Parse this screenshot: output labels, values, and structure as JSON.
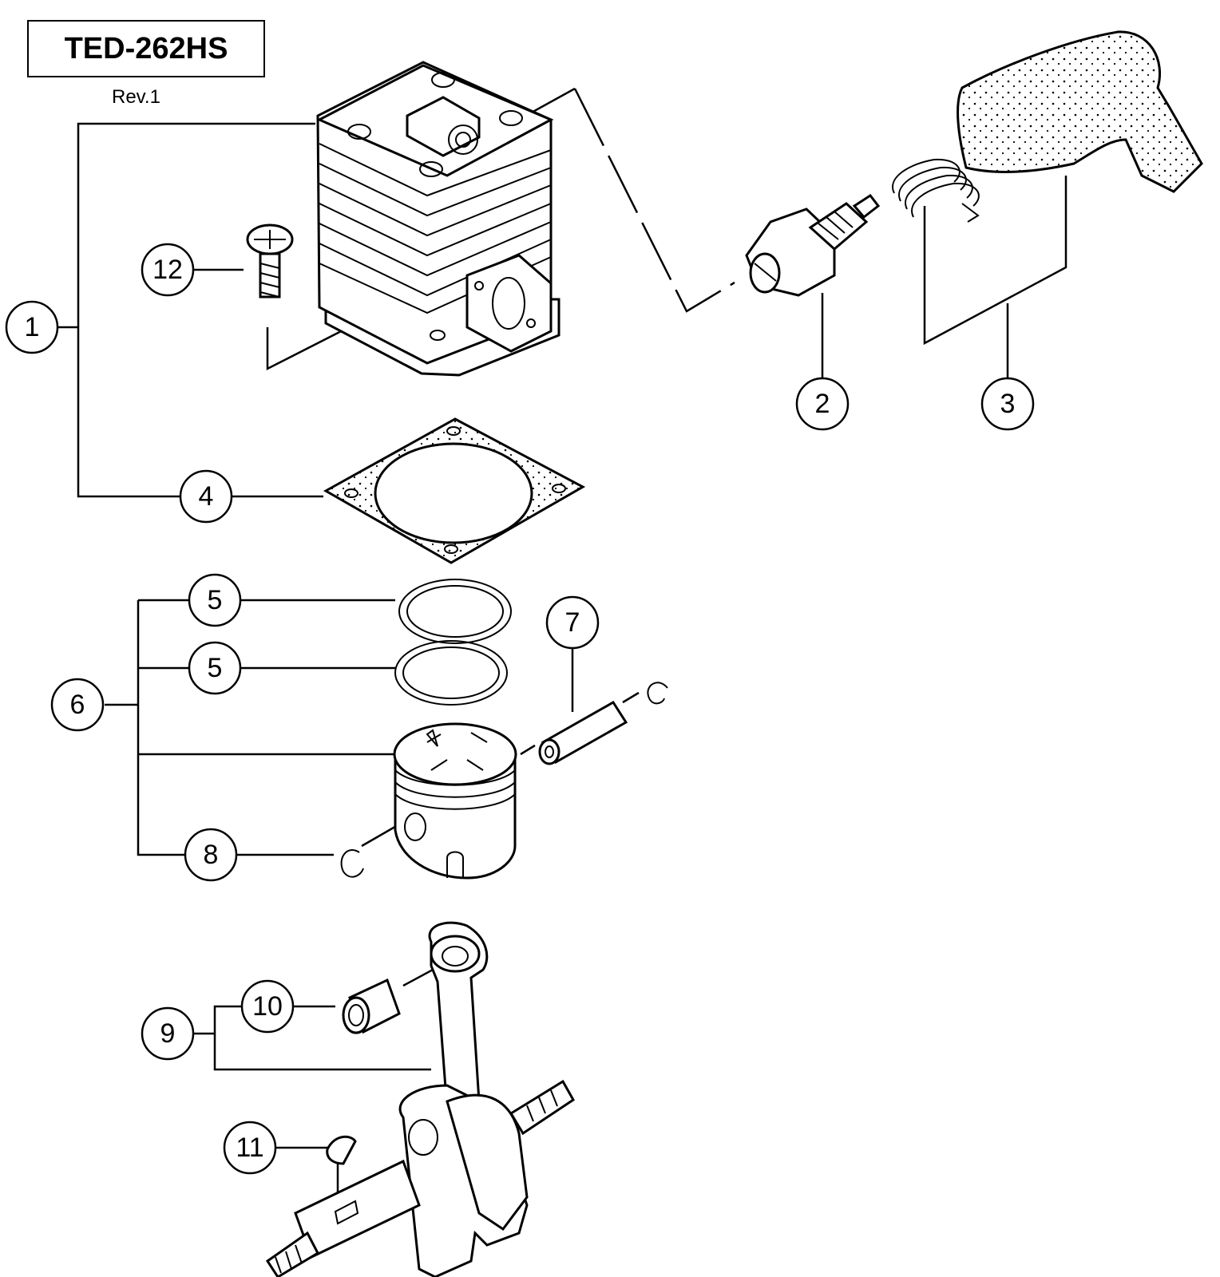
{
  "header": {
    "model": "TED-262HS",
    "revision": "Rev.1"
  },
  "callouts": [
    "1",
    "2",
    "3",
    "4",
    "5",
    "5",
    "6",
    "7",
    "8",
    "9",
    "10",
    "11",
    "12"
  ],
  "parts": [
    "cylinder-icon",
    "spark-plug-icon",
    "plug-cap-icon",
    "gasket-icon",
    "piston-ring-icon",
    "piston-icon",
    "piston-pin-icon",
    "circlip-icon",
    "crankshaft-icon",
    "needle-bearing-icon",
    "woodruff-key-icon",
    "screw-icon"
  ]
}
